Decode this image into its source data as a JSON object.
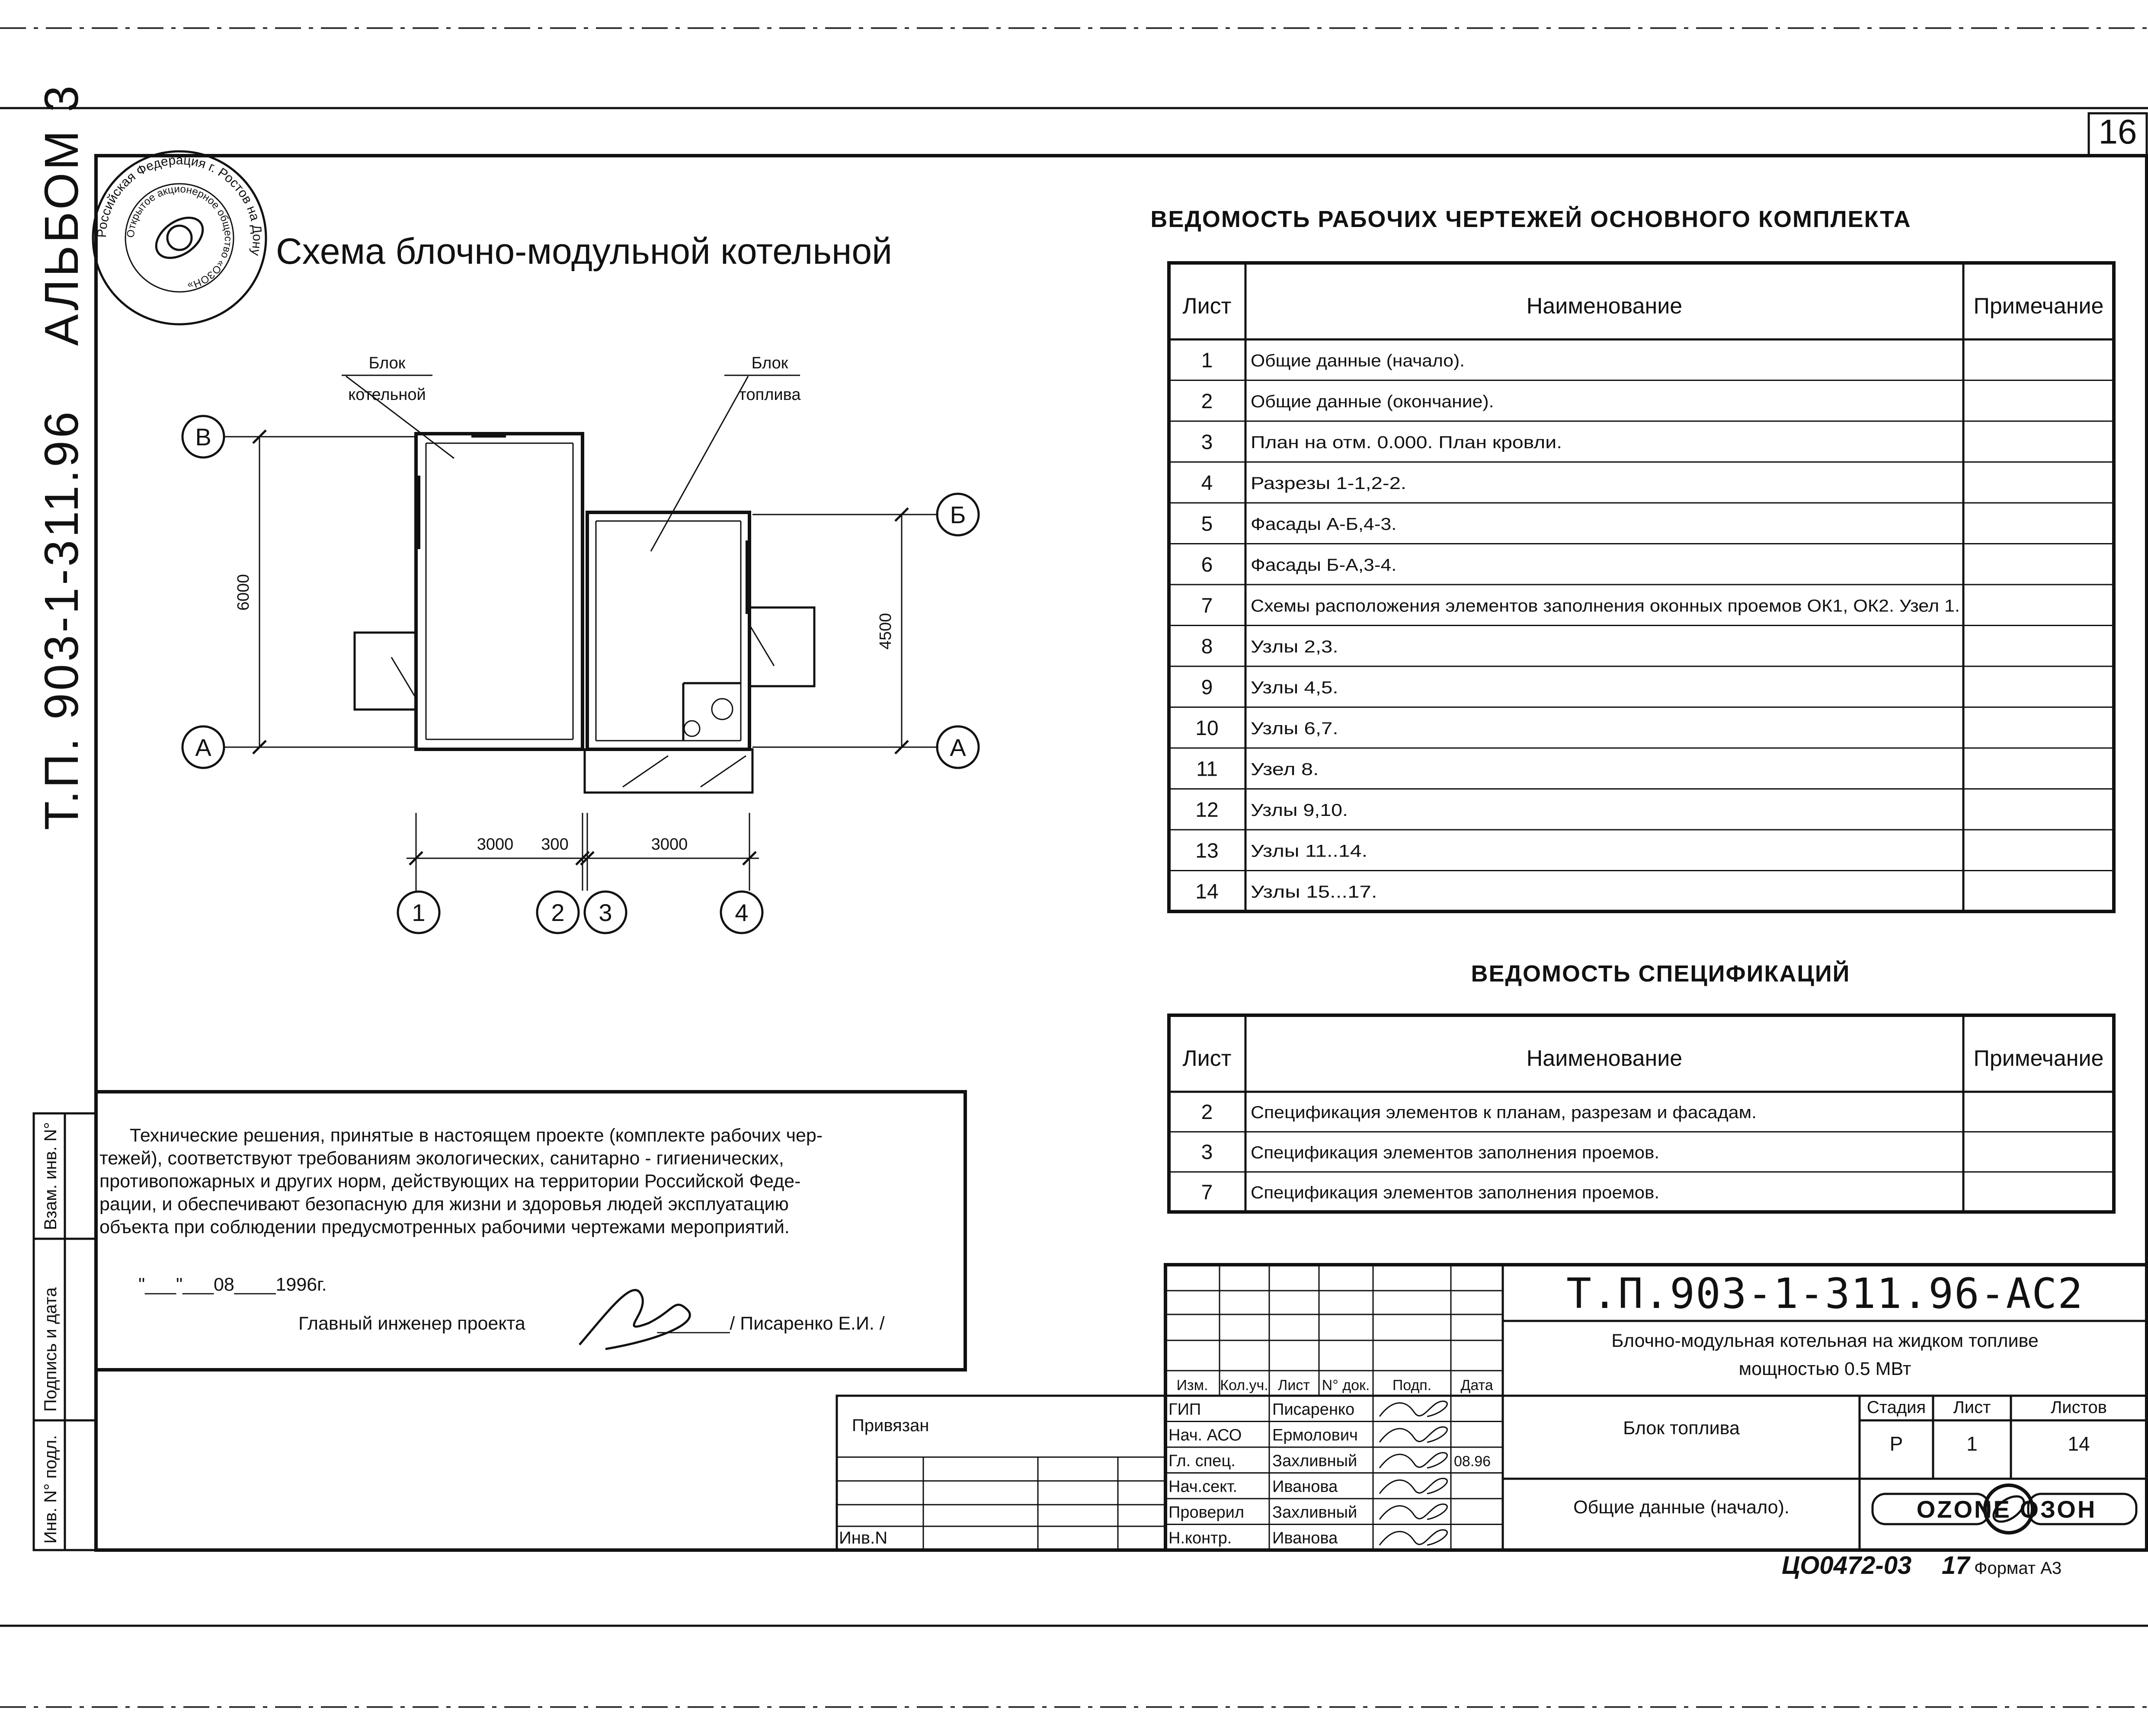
{
  "sheet_number": "16",
  "side_strip": {
    "album": "АЛЬБОМ 3",
    "project_code": "Т.П. 903-1-311.96"
  },
  "stamp_seal": {
    "outer_text": "Российская Федерация г. Ростов на Дону",
    "inner_text": "Открытое акционерное общество «ОЗОН»"
  },
  "scheme": {
    "title": "Схема блочно-модульной котельной",
    "label_block_boiler_line1": "Блок",
    "label_block_boiler_line2": "котельной",
    "label_block_fuel_line1": "Блок",
    "label_block_fuel_line2": "топлива",
    "axis_left_top": "В",
    "axis_left_bottom": "А",
    "axis_right_top": "Б",
    "axis_right_bottom": "А",
    "dim_vertical_left": "6000",
    "dim_vertical_right": "4500",
    "dim_h1": "3000",
    "dim_h2": "300",
    "dim_h3": "3000",
    "axis_1": "1",
    "axis_2": "2",
    "axis_3": "3",
    "axis_4": "4"
  },
  "drawings_list": {
    "title": "ВЕДОМОСТЬ РАБОЧИХ ЧЕРТЕЖЕЙ ОСНОВНОГО КОМПЛЕКТА",
    "headers": [
      "Лист",
      "Наименование",
      "Примечание"
    ],
    "rows": [
      {
        "sheet": "1",
        "name": "Общие данные (начало).",
        "note": ""
      },
      {
        "sheet": "2",
        "name": "Общие данные (окончание).",
        "note": ""
      },
      {
        "sheet": "3",
        "name": "План на отм. 0.000. План кровли.",
        "note": ""
      },
      {
        "sheet": "4",
        "name": "Разрезы 1-1,2-2.",
        "note": ""
      },
      {
        "sheet": "5",
        "name": "Фасады А-Б,4-3.",
        "note": ""
      },
      {
        "sheet": "6",
        "name": "Фасады Б-А,3-4.",
        "note": ""
      },
      {
        "sheet": "7",
        "name": "Схемы расположения элементов заполнения оконных проемов ОК1, ОК2. Узел 1.",
        "note": ""
      },
      {
        "sheet": "8",
        "name": "Узлы 2,3.",
        "note": ""
      },
      {
        "sheet": "9",
        "name": "Узлы 4,5.",
        "note": ""
      },
      {
        "sheet": "10",
        "name": "Узлы 6,7.",
        "note": ""
      },
      {
        "sheet": "11",
        "name": "Узел 8.",
        "note": ""
      },
      {
        "sheet": "12",
        "name": "Узлы 9,10.",
        "note": ""
      },
      {
        "sheet": "13",
        "name": "Узлы 11..14.",
        "note": ""
      },
      {
        "sheet": "14",
        "name": "Узлы 15...17.",
        "note": ""
      }
    ]
  },
  "spec_list": {
    "title": "ВЕДОМОСТЬ СПЕЦИФИКАЦИЙ",
    "headers": [
      "Лист",
      "Наименование",
      "Примечание"
    ],
    "rows": [
      {
        "sheet": "2",
        "name": "Спецификация элементов к планам, разрезам и фасадам.",
        "note": ""
      },
      {
        "sheet": "3",
        "name": "Спецификация элементов заполнения проемов.",
        "note": ""
      },
      {
        "sheet": "7",
        "name": "Спецификация элементов заполнения проемов.",
        "note": ""
      }
    ]
  },
  "note_box": {
    "lines": [
      "Технические решения, принятые в настоящем проекте (комплекте рабочих чер-",
      "тежей), соответствуют требованиям экологических, санитарно - гигиенических,",
      "противопожарных и других норм, действующих на территории Российской Феде-",
      "рации, и обеспечивают безопасную для жизни и здоровья людей эксплуатацию",
      "объекта при соблюдении предусмотренных рабочими чертежами мероприятий."
    ],
    "date_line": "\"___\"___08____1996г.",
    "signature_label": "Главный инженер проекта",
    "signature_name": "_______/ Писаренко Е.И. /"
  },
  "left_strip_labels": [
    "Взам. инв. N°",
    "Подпись и дата",
    "Инв. N° подл."
  ],
  "binding": {
    "attached": "Привязан",
    "inv_no": "Инв.N"
  },
  "title_block": {
    "code": "Т.П.903-1-311.96-АС2",
    "description_line1": "Блочно-модульная котельная  на жидком топливе",
    "description_line2": "мощностью 0.5 МВт",
    "columns": [
      "Изм.",
      "Кол.уч.",
      "Лист",
      "N° док.",
      "Подп.",
      "Дата"
    ],
    "roles": [
      {
        "role": "ГИП",
        "name": "Писаренко",
        "date": ""
      },
      {
        "role": "Нач. АСО",
        "name": "Ермолович",
        "date": ""
      },
      {
        "role": "Гл. спец.",
        "name": "Захливный",
        "date": "08.96"
      },
      {
        "role": "Нач.сект.",
        "name": "Иванова",
        "date": ""
      },
      {
        "role": "Проверил",
        "name": "Захливный",
        "date": ""
      },
      {
        "role": "Н.контр.",
        "name": "Иванова",
        "date": ""
      }
    ],
    "object": "Блок топлива",
    "sheet_title": "Общие данные (начало).",
    "stage_label": "Стадия",
    "sheet_label": "Лист",
    "sheets_label": "Листов",
    "stage": "Р",
    "sheet": "1",
    "sheets": "14",
    "company_logo": "OZONE ОЗОН"
  },
  "footer": {
    "doc_code": "ЦО0472-03",
    "copy_number": "17",
    "format": "Формат А3"
  }
}
